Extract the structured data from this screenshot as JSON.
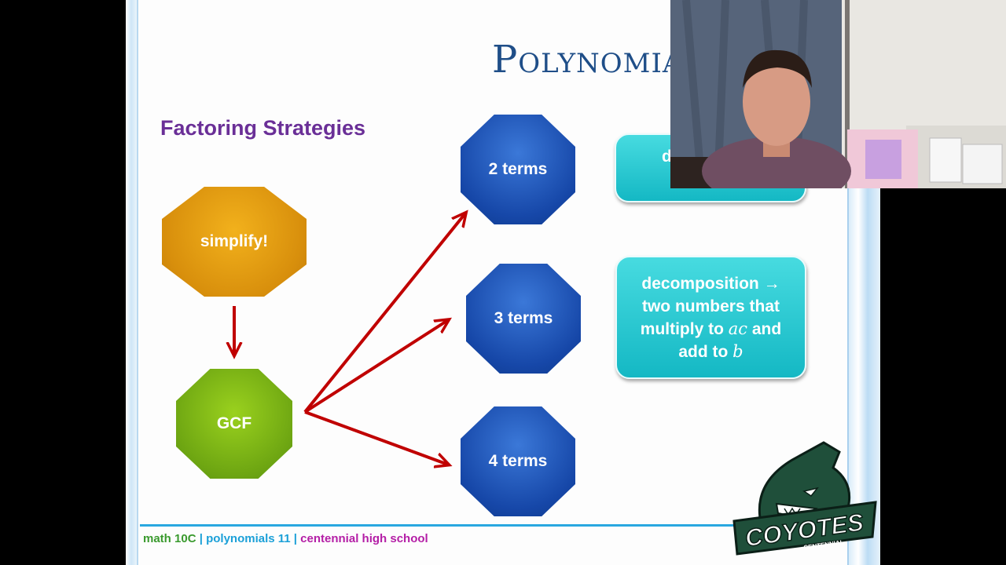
{
  "slide": {
    "title": "Polynomials",
    "subtitle": "Factoring Strategies"
  },
  "nodes": {
    "simplify": "simplify!",
    "gcf": "GCF",
    "two_terms": "2 terms",
    "three_terms": "3 terms",
    "four_terms": "4 terms"
  },
  "boxes": {
    "top_partial": "d",
    "decomp_line1": "decomposition →",
    "decomp_line2": "two numbers that",
    "decomp_line3_pre": "multiply to ",
    "decomp_var_ac": "ac",
    "decomp_line3_post": " and",
    "decomp_line4_pre": "add to ",
    "decomp_var_b": "b"
  },
  "footer": {
    "part1": "math 10C",
    "sep": " | ",
    "part2": "polynomials 11",
    "part3": "centennial high school"
  },
  "logo": {
    "text": "COYOTES",
    "subtext": "CENTENNIAL"
  },
  "colors": {
    "title": "#1f4e88",
    "subtitle": "#6a2f97",
    "arrow": "#c00000",
    "octagon_blue": "#1647a8",
    "octagon_gold": "#d88f0c",
    "octagon_green": "#6ea612",
    "box_teal": "#14b8c4"
  }
}
